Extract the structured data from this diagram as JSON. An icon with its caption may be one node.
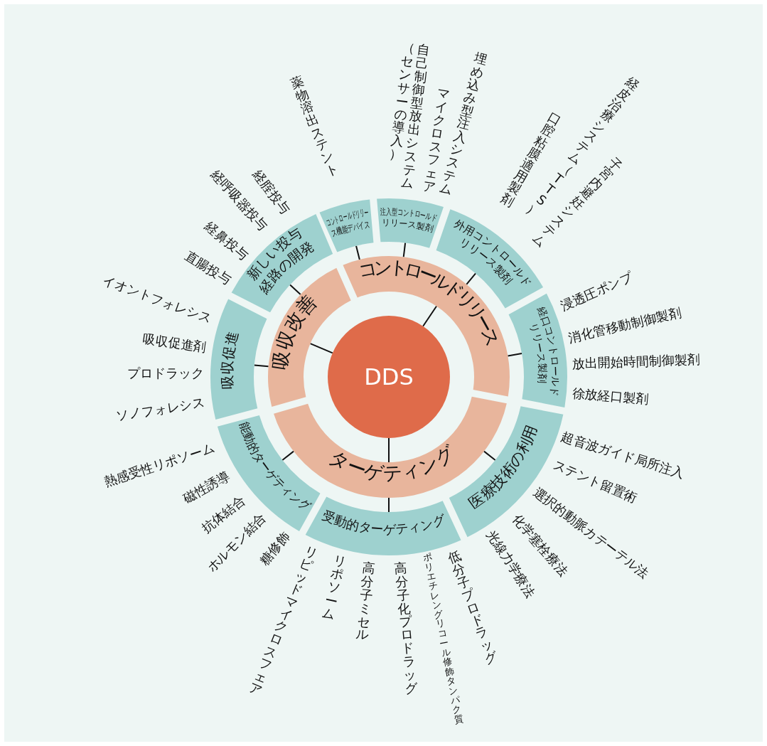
{
  "diagram": {
    "nodes": [
      {
        "text": [
          "DDS"
        ]
      },
      {
        "text": [
          "コントロールドリリース"
        ]
      },
      {
        "text": [
          "ターゲティング"
        ]
      },
      {
        "text": [
          "吸収改善"
        ]
      },
      {
        "text": [
          "コントロールドリリース機能デバイス"
        ]
      },
      {
        "text": [
          "注入型コントロールドリリース製剤"
        ]
      },
      {
        "text": [
          "外用コントロールドリリース製剤"
        ]
      },
      {
        "text": [
          "経口コントロールドリリース製剤"
        ]
      },
      {
        "text": [
          "医療技術の利用"
        ]
      },
      {
        "text": [
          "受動的ターゲティング"
        ]
      },
      {
        "text": [
          "能動的ターゲティング"
        ]
      },
      {
        "text": [
          "吸収促進"
        ]
      },
      {
        "text": [
          "新しい投与経路の開発"
        ]
      }
    ],
    "edges": [
      {
        "from": 0,
        "to": 1,
        "arrow": "none"
      },
      {
        "from": 0,
        "to": 2,
        "arrow": "none"
      },
      {
        "from": 0,
        "to": 3,
        "arrow": "none"
      },
      {
        "from": 1,
        "to": 4,
        "arrow": "none"
      },
      {
        "from": 1,
        "to": 5,
        "arrow": "none"
      },
      {
        "from": 1,
        "to": 6,
        "arrow": "none"
      },
      {
        "from": 1,
        "to": 7,
        "arrow": "none"
      },
      {
        "from": 2,
        "to": 8,
        "arrow": "none"
      },
      {
        "from": 2,
        "to": 9,
        "arrow": "none"
      },
      {
        "from": 2,
        "to": 10,
        "arrow": "none"
      },
      {
        "from": 3,
        "to": 11,
        "arrow": "none"
      },
      {
        "from": 3,
        "to": 12,
        "arrow": "none"
      }
    ],
    "labels": [
      "薬物溶出ステント",
      "自己制御型放出システム（センサーの導入）",
      "マイクロスフェア",
      "埋め込み型注入システム",
      "口腔粘膜適用製剤",
      "経皮治療システム（TTS）",
      "子宮内避妊システム",
      "浸透圧ポンプ",
      "消化管移動制御製剤",
      "放出開始時間制御製剤",
      "徐放経口製剤",
      "超音波ガイド局所注入",
      "ステント留置術",
      "選択的動脈カテーテル法",
      "化学塞栓療法",
      "光線力学療法",
      "リピッドマイクロスフェア",
      "リポソーム",
      "高分子ミセル",
      "高分子化プロドラッグ",
      "ポリエチレングリコール修飾タンパク質",
      "低分子プロドラッグ",
      "糖修飾",
      "ホルモン結合",
      "抗体結合",
      "磁性誘導",
      "熱感受性リポソーム",
      "ソノフォレシス",
      "プロドラック",
      "吸収促進剤",
      "イオントフォレシス",
      "直腸投与",
      "経鼻投与",
      "経呼吸器投与",
      "経腟投与"
    ]
  }
}
